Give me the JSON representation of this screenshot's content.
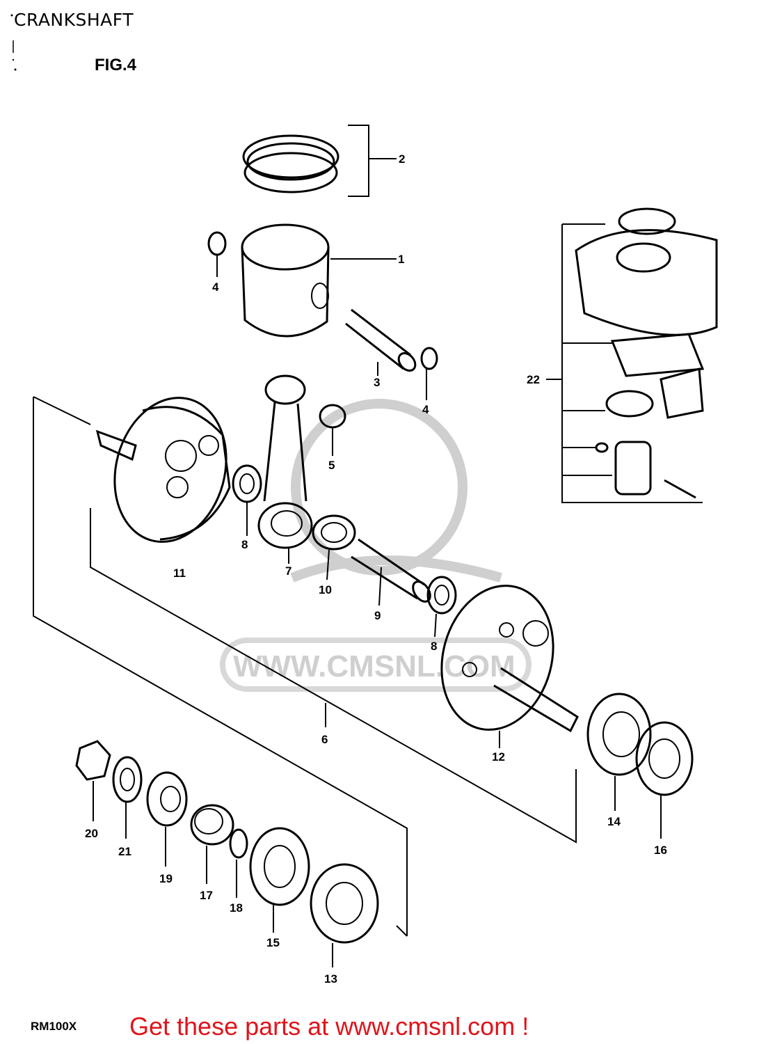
{
  "page": {
    "title": "CRANKSHAFT",
    "figure_label": "FIG.4",
    "model_code": "RM100X",
    "promo_text": "Get these parts at www.cmsnl.com !",
    "promo_color": "#e0141b"
  },
  "watermark": {
    "text": "WWW.CMSNL.COM"
  },
  "callouts": [
    "1",
    "2",
    "3",
    "4",
    "4",
    "5",
    "6",
    "7",
    "8",
    "8",
    "9",
    "10",
    "11",
    "12",
    "13",
    "14",
    "15",
    "16",
    "17",
    "18",
    "19",
    "20",
    "21",
    "22"
  ]
}
